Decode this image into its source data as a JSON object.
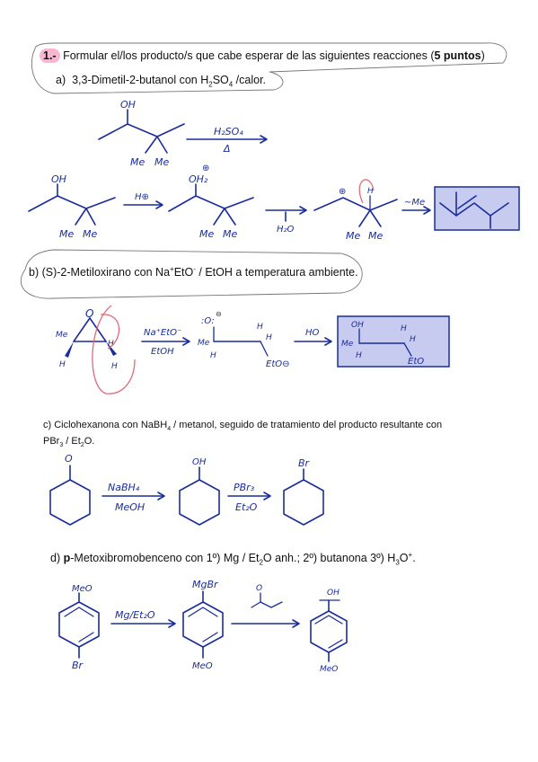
{
  "question": {
    "number": "1.-",
    "statement": "Formular el/los producto/s que cabe esperar de las siguientes reacciones (",
    "points": "5 puntos",
    "points_close": ")"
  },
  "parts": {
    "a": {
      "label": "a)",
      "text_pre": "3,3-Dimetil-2-butanol con H",
      "sub1": "2",
      "text_mid": "SO",
      "sub2": "4",
      "text_post": " /calor."
    },
    "b": {
      "label": "b)",
      "text_pre": "(S)-2-Metiloxirano con Na",
      "sup1": "+",
      "text_mid": "EtO",
      "sup2": "-",
      "text_post": " / EtOH a temperatura ambiente."
    },
    "c": {
      "line1_pre": "c) Ciclohexanona con NaBH",
      "sub1": "4",
      "line1_post": " / metanol, seguido de tratamiento del producto resultante con",
      "line2_pre": "PBr",
      "sub2": "3",
      "line2_mid": " / Et",
      "sub3": "2",
      "line2_post": "O."
    },
    "d": {
      "label": "d)",
      "bold": "p",
      "text_pre": "-Metoxibromobenceno con 1º) Mg / Et",
      "sub1": "2",
      "text_mid": "O anh.; 2º) butanona 3º) H",
      "sub2": "3",
      "text_post": "O",
      "sup1": "+",
      "text_end": "."
    }
  },
  "handwriting": {
    "a_reactant_oh": "OH",
    "a_me1": "Me",
    "a_me2": "Me",
    "a_reagent": "H₂SO₄",
    "a_heat": "Δ",
    "a2_oh": "OH",
    "a2_me1": "Me",
    "a2_me2": "Me",
    "a2_hplus": "H⊕",
    "a2_oh2": "OH₂",
    "a2_plus": "⊕",
    "a2_me3": "Me",
    "a2_me4": "Me",
    "a2_h2o": "H₂O",
    "a2_cplus": "⊕",
    "a2_h": "H",
    "a2_me5": "Me",
    "a2_me6": "Me",
    "a2_minus_me": "~Me",
    "b_o": "O",
    "b_me": "Me",
    "b_h1": "H",
    "b_h2": "H",
    "b_h3": "H",
    "b_reagent": "Na⁺EtO⁻",
    "b_solvent": "EtOH",
    "b_int_o": ":O:",
    "b_int_minus": "⊖",
    "b_int_me": "Me",
    "b_int_h1": "H",
    "b_int_h2": "H",
    "b_int_h3": "H",
    "b_int_eto": "EtO⊖",
    "b_ho": "HO",
    "b_prod_oh": "OH",
    "b_prod_me": "Me",
    "b_prod_h1": "H",
    "b_prod_h2": "H",
    "b_prod_h3": "H",
    "b_prod_eto": "EtO",
    "c_o": "O",
    "c_reagent1": "NaBH₄",
    "c_solvent1": "MeOH",
    "c_oh": "OH",
    "c_reagent2": "PBr₃",
    "c_solvent2": "Et₂O",
    "c_br": "Br",
    "d_meo1": "MeO",
    "d_br": "Br",
    "d_reagent1": "Mg/Et₂O",
    "d_mgbr": "MgBr",
    "d_meo2": "MeO",
    "d_ketone_o": "O",
    "d_oh": "OH",
    "d_meo3": "MeO"
  }
}
